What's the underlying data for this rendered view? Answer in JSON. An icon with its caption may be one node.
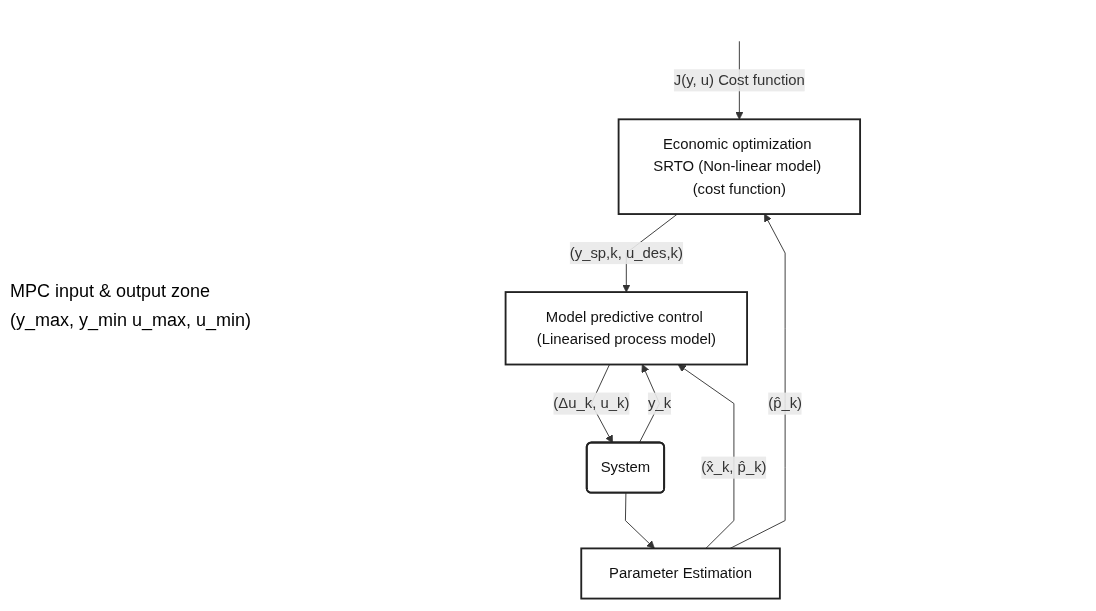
{
  "diagram": {
    "nodes": [
      {
        "text": [
          "Economic optimization SRTO (Non-linear model) (cost function)"
        ]
      },
      {
        "text": [
          "Model predictive control (Linearised process model)"
        ]
      },
      {
        "text": [
          "Parameter Estimation"
        ]
      },
      {
        "text": [
          "System"
        ]
      }
    ],
    "edges": [
      {
        "from": null,
        "to": 0,
        "arrow": "to",
        "label": "J(y, u) Cost function"
      },
      {
        "from": 0,
        "to": 1,
        "arrow": "to",
        "label": "(y_sp,k, u_des,k)"
      },
      {
        "from": 1,
        "to": 3,
        "arrow": "to",
        "label": "(Δu_k, u_k)"
      },
      {
        "from": 3,
        "to": 1,
        "arrow": "to",
        "label": "y_k"
      },
      {
        "from": 3,
        "to": 2,
        "arrow": "to"
      },
      {
        "from": 2,
        "to": 1,
        "arrow": "to",
        "label": "(x̂_k, p̂_k)"
      },
      {
        "from": 2,
        "to": 0,
        "arrow": "to",
        "label": "(p̂_k)"
      }
    ],
    "labels": [
      "MPC  input & output zone",
      "(y_max, y_min u_max, u_min)"
    ]
  }
}
